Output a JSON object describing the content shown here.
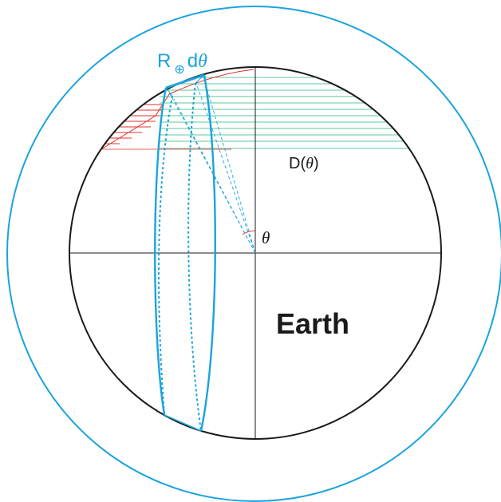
{
  "labels": {
    "earth": "Earth",
    "depth_prefix": "D(",
    "depth_theta": "θ",
    "depth_suffix": ")",
    "angle_theta": "θ",
    "ring_width_r": "R",
    "ring_width_sub": "⊕",
    "ring_width_d": "d",
    "ring_width_theta": "θ"
  },
  "colors": {
    "earth_outline": "#1a1a1a",
    "outer_circle": "#1aa3dd",
    "ring": "#1aa3dd",
    "hatching_red": "#e0312b",
    "hatching_green": "#5cc79a",
    "axes": "#1a1a1a"
  }
}
